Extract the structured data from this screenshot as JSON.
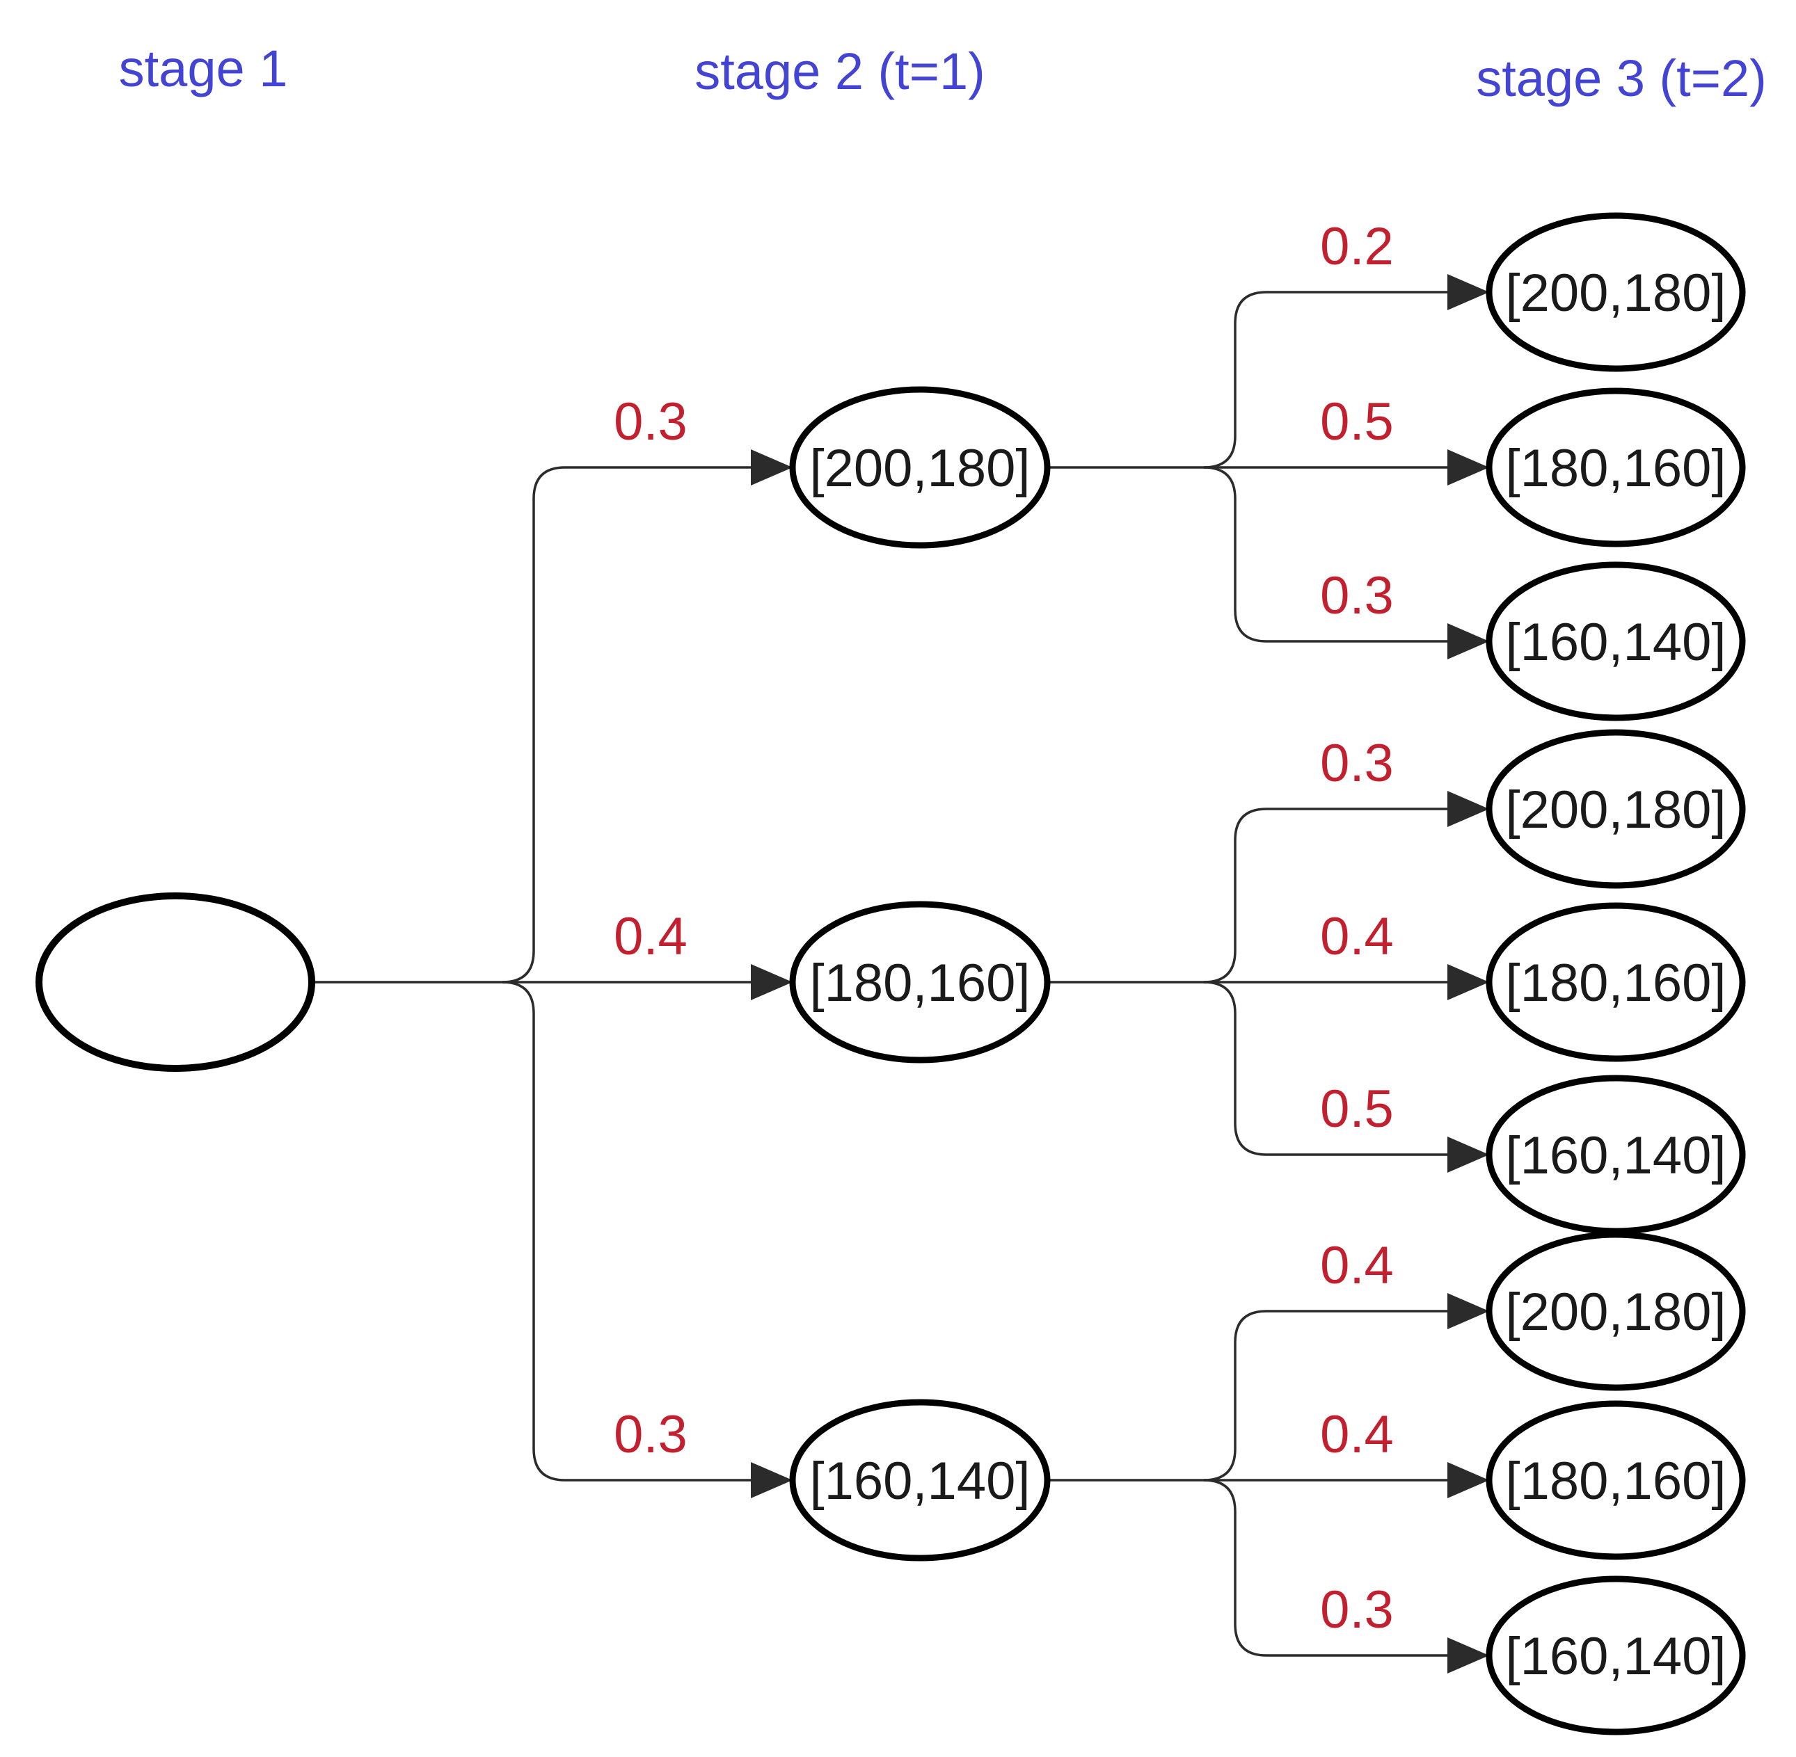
{
  "headers": [
    {
      "label": "stage 1"
    },
    {
      "label": "stage 2 (t=1)"
    },
    {
      "label": "stage 3 (t=2)"
    }
  ],
  "tree": {
    "root_label": "",
    "branches": [
      {
        "prob": "0.3",
        "node": "[200,180]",
        "children": [
          {
            "prob": "0.2",
            "node": "[200,180]"
          },
          {
            "prob": "0.5",
            "node": "[180,160]"
          },
          {
            "prob": "0.3",
            "node": "[160,140]"
          }
        ]
      },
      {
        "prob": "0.4",
        "node": "[180,160]",
        "children": [
          {
            "prob": "0.3",
            "node": "[200,180]"
          },
          {
            "prob": "0.4",
            "node": "[180,160]"
          },
          {
            "prob": "0.5",
            "node": "[160,140]"
          }
        ]
      },
      {
        "prob": "0.3",
        "node": "[160,140]",
        "children": [
          {
            "prob": "0.4",
            "node": "[200,180]"
          },
          {
            "prob": "0.4",
            "node": "[180,160]"
          },
          {
            "prob": "0.3",
            "node": "[160,140]"
          }
        ]
      }
    ]
  },
  "colors": {
    "header_text": "#4444d4",
    "probability_text": "#c2202e",
    "edge_line": "#2b2b2b",
    "node_outline": "#000000",
    "node_text": "#1a1a1a",
    "background": "#ffffff"
  }
}
